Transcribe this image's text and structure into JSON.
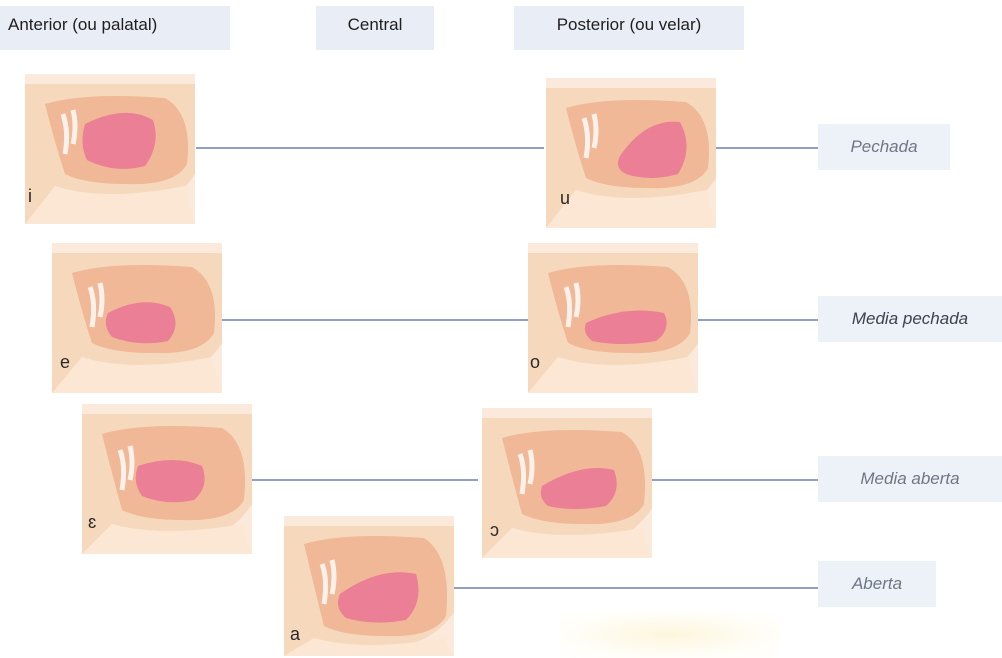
{
  "headers": {
    "anterior": "Anterior (ou palatal)",
    "central": "Central",
    "posterior": "Posterior (ou velar)"
  },
  "vowels": {
    "i": "i",
    "u": "u",
    "e": "e",
    "o": "o",
    "open_e": "ɛ",
    "open_o": "ɔ",
    "a": "a"
  },
  "heights": {
    "closed": "Pechada",
    "mid_closed": "Media pechada",
    "mid_open": "Media aberta",
    "open": "Aberta"
  },
  "colors": {
    "skin": "#f6d9bd",
    "skin_light": "#fbeadb",
    "tongue": "#ea7f95",
    "mouth": "#f0b896",
    "line": "#8f9fc6",
    "label_bg": "#edf1f8"
  }
}
